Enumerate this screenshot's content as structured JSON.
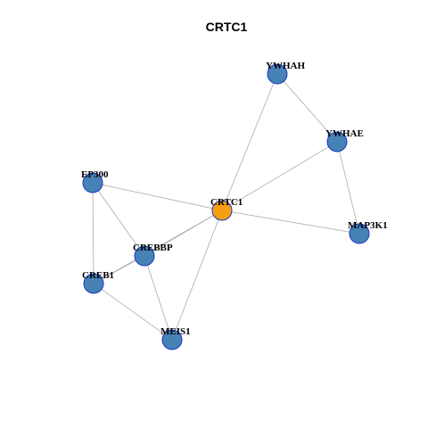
{
  "title": "CRTC1",
  "colors": {
    "center": "#F5A011",
    "neighbor": "#4682B4",
    "node_border": "#1F35C8",
    "edge": "#B3B3B3"
  },
  "nodes": [
    {
      "id": "YWHAH",
      "label": "YWHAH",
      "role": "neighbor"
    },
    {
      "id": "YWHAE",
      "label": "YWHAE",
      "role": "neighbor"
    },
    {
      "id": "EP300",
      "label": "EP300",
      "role": "neighbor"
    },
    {
      "id": "CRTC1",
      "label": "CRTC1",
      "role": "center"
    },
    {
      "id": "MAP3K1",
      "label": "MAP3K1",
      "role": "neighbor"
    },
    {
      "id": "CREBBP",
      "label": "CREBBP",
      "role": "neighbor"
    },
    {
      "id": "CREB1",
      "label": "CREB1",
      "role": "neighbor"
    },
    {
      "id": "MEIS1",
      "label": "MEIS1",
      "role": "neighbor"
    }
  ],
  "edges": [
    [
      "YWHAH",
      "YWHAE"
    ],
    [
      "YWHAH",
      "CRTC1"
    ],
    [
      "YWHAE",
      "CRTC1"
    ],
    [
      "YWHAE",
      "MAP3K1"
    ],
    [
      "EP300",
      "CRTC1"
    ],
    [
      "EP300",
      "CREBBP"
    ],
    [
      "EP300",
      "CREB1"
    ],
    [
      "CRTC1",
      "MAP3K1"
    ],
    [
      "CRTC1",
      "CREBBP"
    ],
    [
      "CRTC1",
      "CREB1"
    ],
    [
      "CRTC1",
      "MEIS1"
    ],
    [
      "CREBBP",
      "CREB1"
    ],
    [
      "CREBBP",
      "MEIS1"
    ],
    [
      "CREB1",
      "MEIS1"
    ]
  ]
}
